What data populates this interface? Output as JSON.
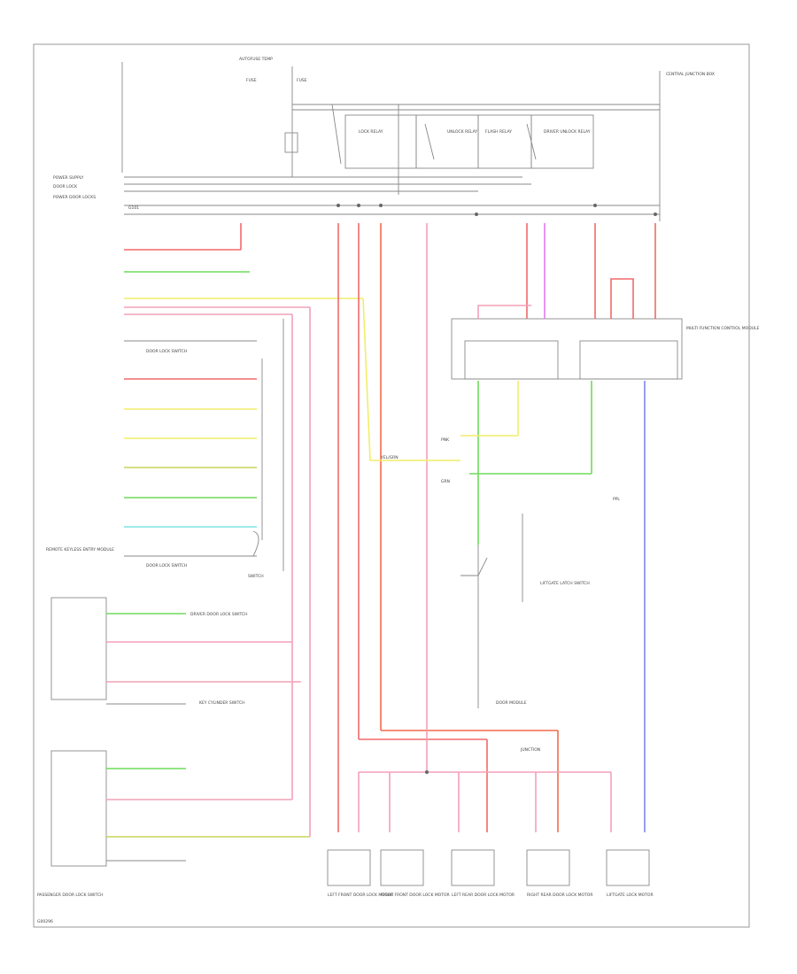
{
  "labels": {
    "top_junction": "AUTOFUSE TEMP",
    "fuse_a": "FUSE",
    "fuse_b": "FUSE",
    "right_top": "CENTRAL JUNCTION BOX",
    "left_power": "POWER SUPPLY",
    "left_bus": "DOOR LOCK",
    "left_bus2": "POWER DOOR LOCKS",
    "left_gnd": "G101",
    "relay_a": "LOCK RELAY",
    "relay_b": "UNLOCK RELAY",
    "relay_c": "FLASH RELAY",
    "relay_d": "DRIVER UNLOCK RELAY",
    "module_right": "MULTI FUNCTION CONTROL MODULE",
    "module_left": "REMOTE KEYLESS ENTRY MODULE",
    "switch_left": "DOOR LOCK SWITCH",
    "switch_lbl": "SWITCH",
    "driver_switch": "DRIVER DOOR LOCK SWITCH",
    "pass_switch": "PASSENGER DOOR LOCK SWITCH",
    "key_switch": "KEY CYLINDER SWITCH",
    "latch_switch": "LIFTGATE LATCH SWITCH",
    "module_box": "DOOR MODULE",
    "jct_bottom": "JUNCTION",
    "motor_1": "LEFT FRONT DOOR LOCK MOTOR",
    "motor_2": "RIGHT FRONT DOOR LOCK MOTOR",
    "motor_3": "LEFT REAR DOOR LOCK MOTOR",
    "motor_4": "RIGHT REAR DOOR LOCK MOTOR",
    "motor_5": "LIFTGATE LOCK MOTOR",
    "yel": "YEL/GRN",
    "pnk": "PNK",
    "grn": "GRN",
    "pur": "PPL",
    "footer": "G00296"
  },
  "wires": {
    "red": "#f06a6a",
    "pink": "#f4a0b8",
    "green": "#6fdc5c",
    "yellow": "#f0ee6a",
    "cyan": "#7ee4e4",
    "magenta": "#e07cf0",
    "blue": "#7f86e8",
    "orange": "#f46a4a",
    "olive": "#c8d45a"
  }
}
